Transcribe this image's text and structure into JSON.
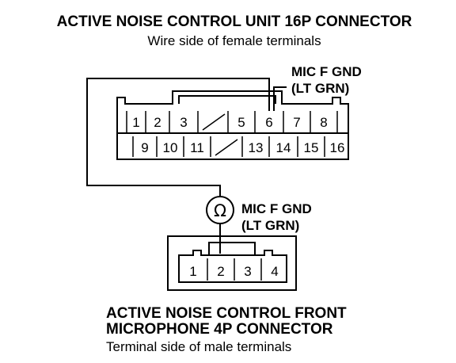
{
  "top_connector": {
    "title": "ACTIVE NOISE CONTROL UNIT 16P CONNECTOR",
    "subtitle": "Wire side of female terminals",
    "row1": [
      "1",
      "2",
      "3",
      "",
      "5",
      "6",
      "7",
      "8"
    ],
    "row2": [
      "",
      "9",
      "10",
      "11",
      "",
      "13",
      "14",
      "15",
      "16"
    ],
    "wire_label_1": "MIC F GND",
    "wire_label_2": "(LT GRN)"
  },
  "meter": {
    "symbol": "Ω",
    "label_1": "MIC F GND",
    "label_2": "(LT GRN)"
  },
  "bottom_connector": {
    "title_1": "ACTIVE NOISE CONTROL FRONT",
    "title_2": "MICROPHONE 4P CONNECTOR",
    "subtitle": "Terminal side of male terminals",
    "pins": [
      "1",
      "2",
      "3",
      "4"
    ]
  }
}
